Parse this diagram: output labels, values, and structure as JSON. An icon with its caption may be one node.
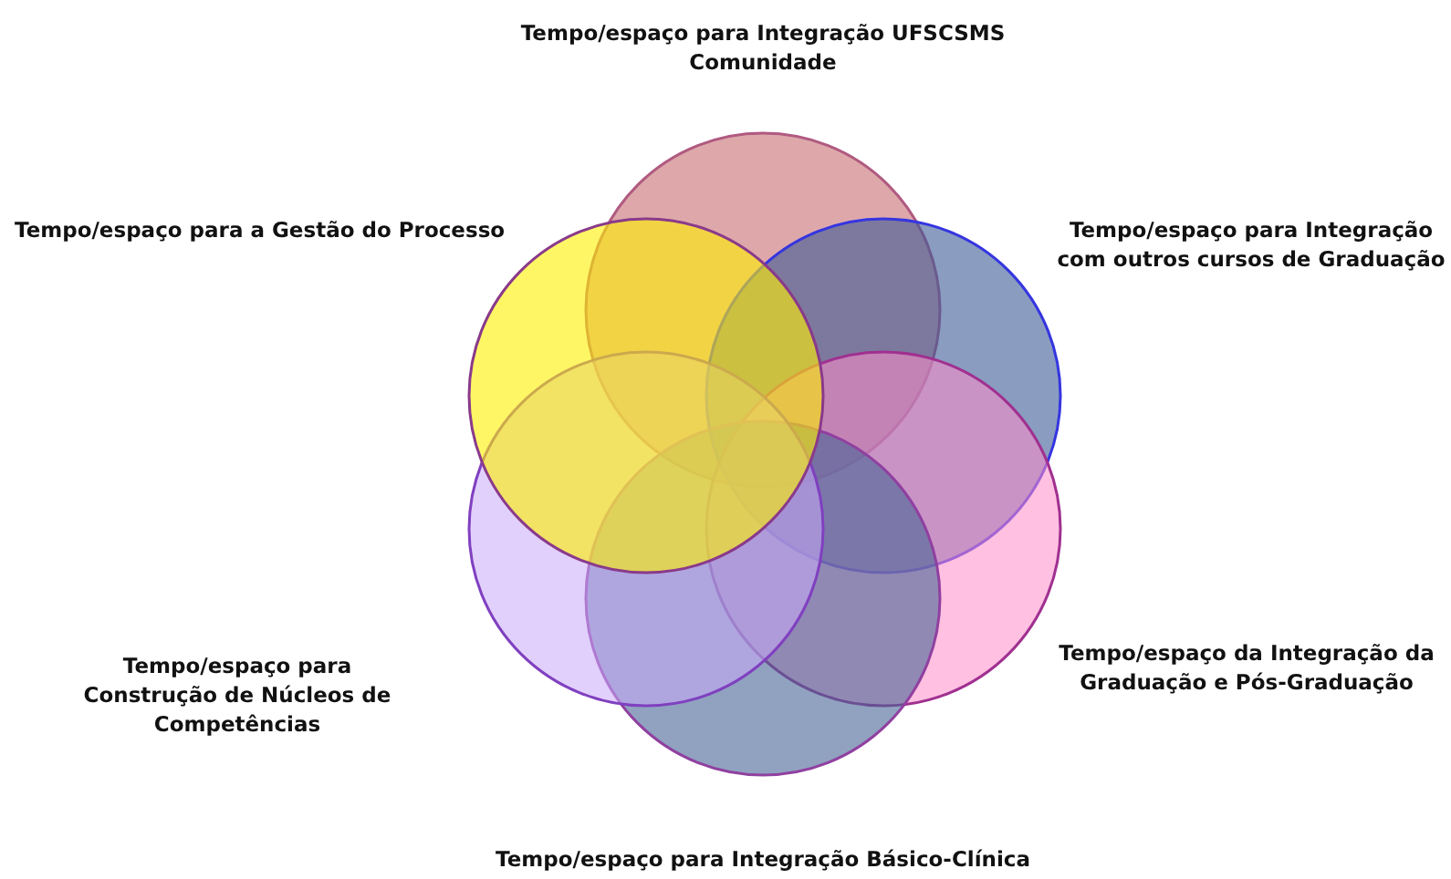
{
  "diagram": {
    "nodes": [
      {
        "text": [],
        "shape": "circle",
        "beside": [
          "Tempo/espaço para Integração UFSCSMS Comunidade"
        ]
      },
      {
        "text": [],
        "shape": "circle",
        "beside": [
          "Tempo/espaço para a Gestão do Processo"
        ]
      },
      {
        "text": [],
        "shape": "circle",
        "beside": [
          "Tempo/espaço para Integração com outros cursos de Graduação"
        ]
      },
      {
        "text": [],
        "shape": "circle",
        "beside": [
          "Tempo/espaço para Construção de Núcleos de Competências"
        ]
      },
      {
        "text": [],
        "shape": "circle",
        "beside": [
          "Tempo/espaço da Integração da Graduação e Pós-Graduação"
        ]
      },
      {
        "text": [],
        "shape": "circle",
        "beside": [
          "Tempo/espaço para Integração Básico-Clínica"
        ]
      }
    ]
  }
}
